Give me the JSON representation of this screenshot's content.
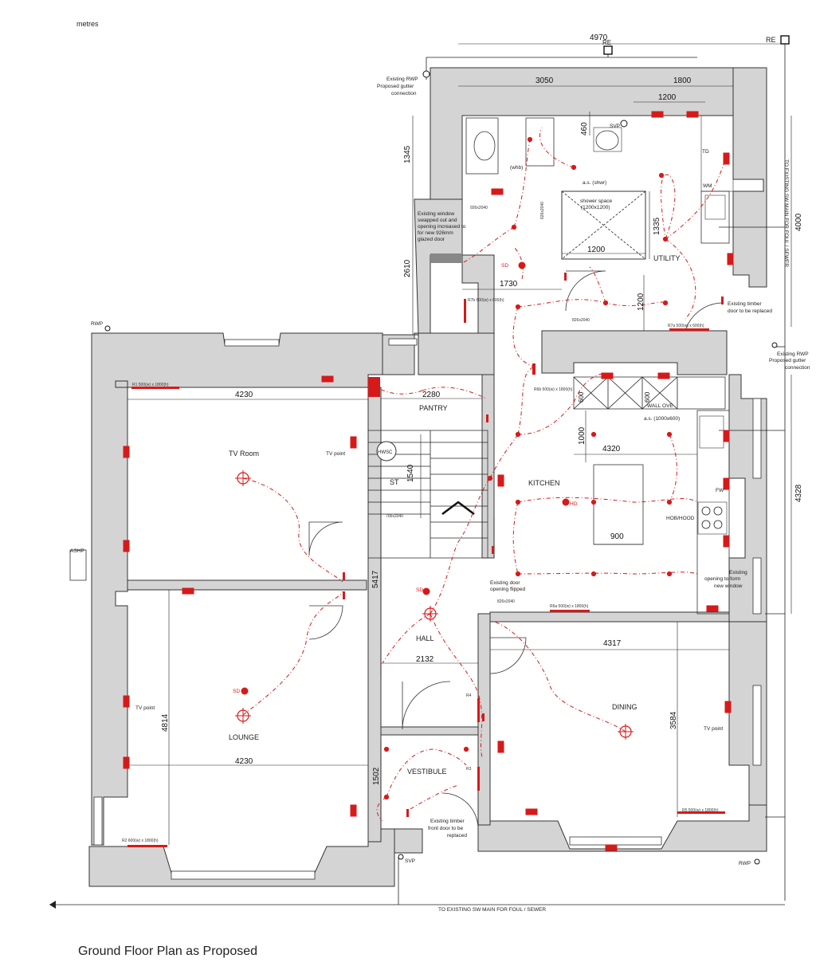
{
  "header": {
    "units": "metres"
  },
  "footer": {
    "title": "Ground Floor Plan as Proposed"
  },
  "dimensions": {
    "d4970": "4970",
    "d3050": "3050",
    "d1800": "1800",
    "d1200_top": "1200",
    "d1345": "1345",
    "d460": "460",
    "d1335": "1335",
    "d1200_shower": "1200",
    "d4000": "4000",
    "d2610": "2610",
    "d1730": "1730",
    "d1200_util": "1200",
    "d4230_tv": "4230",
    "d2280": "2280",
    "d1540": "1540",
    "d1000": "1000",
    "d4320": "4320",
    "d900": "900",
    "d4328": "4328",
    "d5417": "5417",
    "d4317": "4317",
    "d2132": "2132",
    "d4814": "4814",
    "d3584": "3584",
    "d4230_lounge": "4230",
    "d1502": "1502",
    "d600a": "600",
    "d600b": "600"
  },
  "rooms": {
    "tv_room": "TV Room",
    "lounge": "LOUNGE",
    "pantry": "PANTRY",
    "st": "ST",
    "kitchen": "KITCHEN",
    "hall": "HALL",
    "dining": "DINING",
    "vestibule": "VESTIBULE",
    "utility": "UTILITY",
    "shower_space": "shower space",
    "shower_size": "(1200x1200)"
  },
  "labels": {
    "re_top": "RE",
    "re_top2": "RE",
    "rwp_left": "RWP",
    "rwp_bottom": "RWP",
    "svp_bottom": "SVP",
    "svp_top": "SVP",
    "ashp": "ASHP",
    "hwsc": "HWSC",
    "tv_point_tv": "TV point",
    "tv_point_lounge": "TV point",
    "tv_point_dining": "TV point",
    "hob_hood": "HOB/HOOD",
    "wm": "WM",
    "td": "TD",
    "hd": "HD",
    "sd1": "SD",
    "sd2": "SD",
    "sd3": "SD",
    "fw": "FW",
    "wall_ove": "WALL OVE",
    "as_shwr": "a.s. (shwr)",
    "as_1000": "a.s. (1000x600)",
    "whb": "(whb)",
    "r1": "R1 500(w) x 1800(h)",
    "r2": "R2 600(w) x 1800(h)",
    "r5": "R5 500(w) x 1800(h)",
    "r6a": "R6a 500(w) x 1800(h)",
    "r6b": "R6b 500(w) x 1800(h)",
    "r7a": "R7a 500(w) x 600(h)",
    "r7b": "R7b 600(w) x 600(h)",
    "r3": "R3",
    "r4": "R4",
    "door_826_top": "826x2040",
    "door_826_mid": "826x2040",
    "door_926": "926x2040",
    "door_826_kitchen": "826x2040",
    "door_706": "706x2040"
  },
  "notes": {
    "gutter_top_1": "Existing RWP",
    "gutter_top_2": "Proposed gutter",
    "gutter_top_3": "connection",
    "window_1": "Existing window",
    "window_2": "swapped out and",
    "window_3": "opening increased to",
    "window_4": "for new 926mm",
    "window_5": "glazed door",
    "timber_util_1": "Existing timber",
    "timber_util_2": "door to be replaced",
    "gutter_right_1": "Existing RWP",
    "gutter_right_2": "Proposed gutter",
    "gutter_right_3": "connection",
    "flip_1": "Existing door",
    "flip_2": "opening flipped",
    "new_window_1": "Existing",
    "new_window_2": "opening to form",
    "new_window_3": "new window",
    "front_door_1": "Existing timber",
    "front_door_2": "front door to be",
    "front_door_3": "replaced",
    "sewer_bottom": "TO EXISTING SW MAIN FOR FOUL / SEWER",
    "sewer_right": "TO EXISTING SW MAIN FOR FOUL / SEWER"
  },
  "colors": {
    "wall": "#d4d4d4",
    "electrical": "#d61a1a",
    "line": "#222222"
  }
}
